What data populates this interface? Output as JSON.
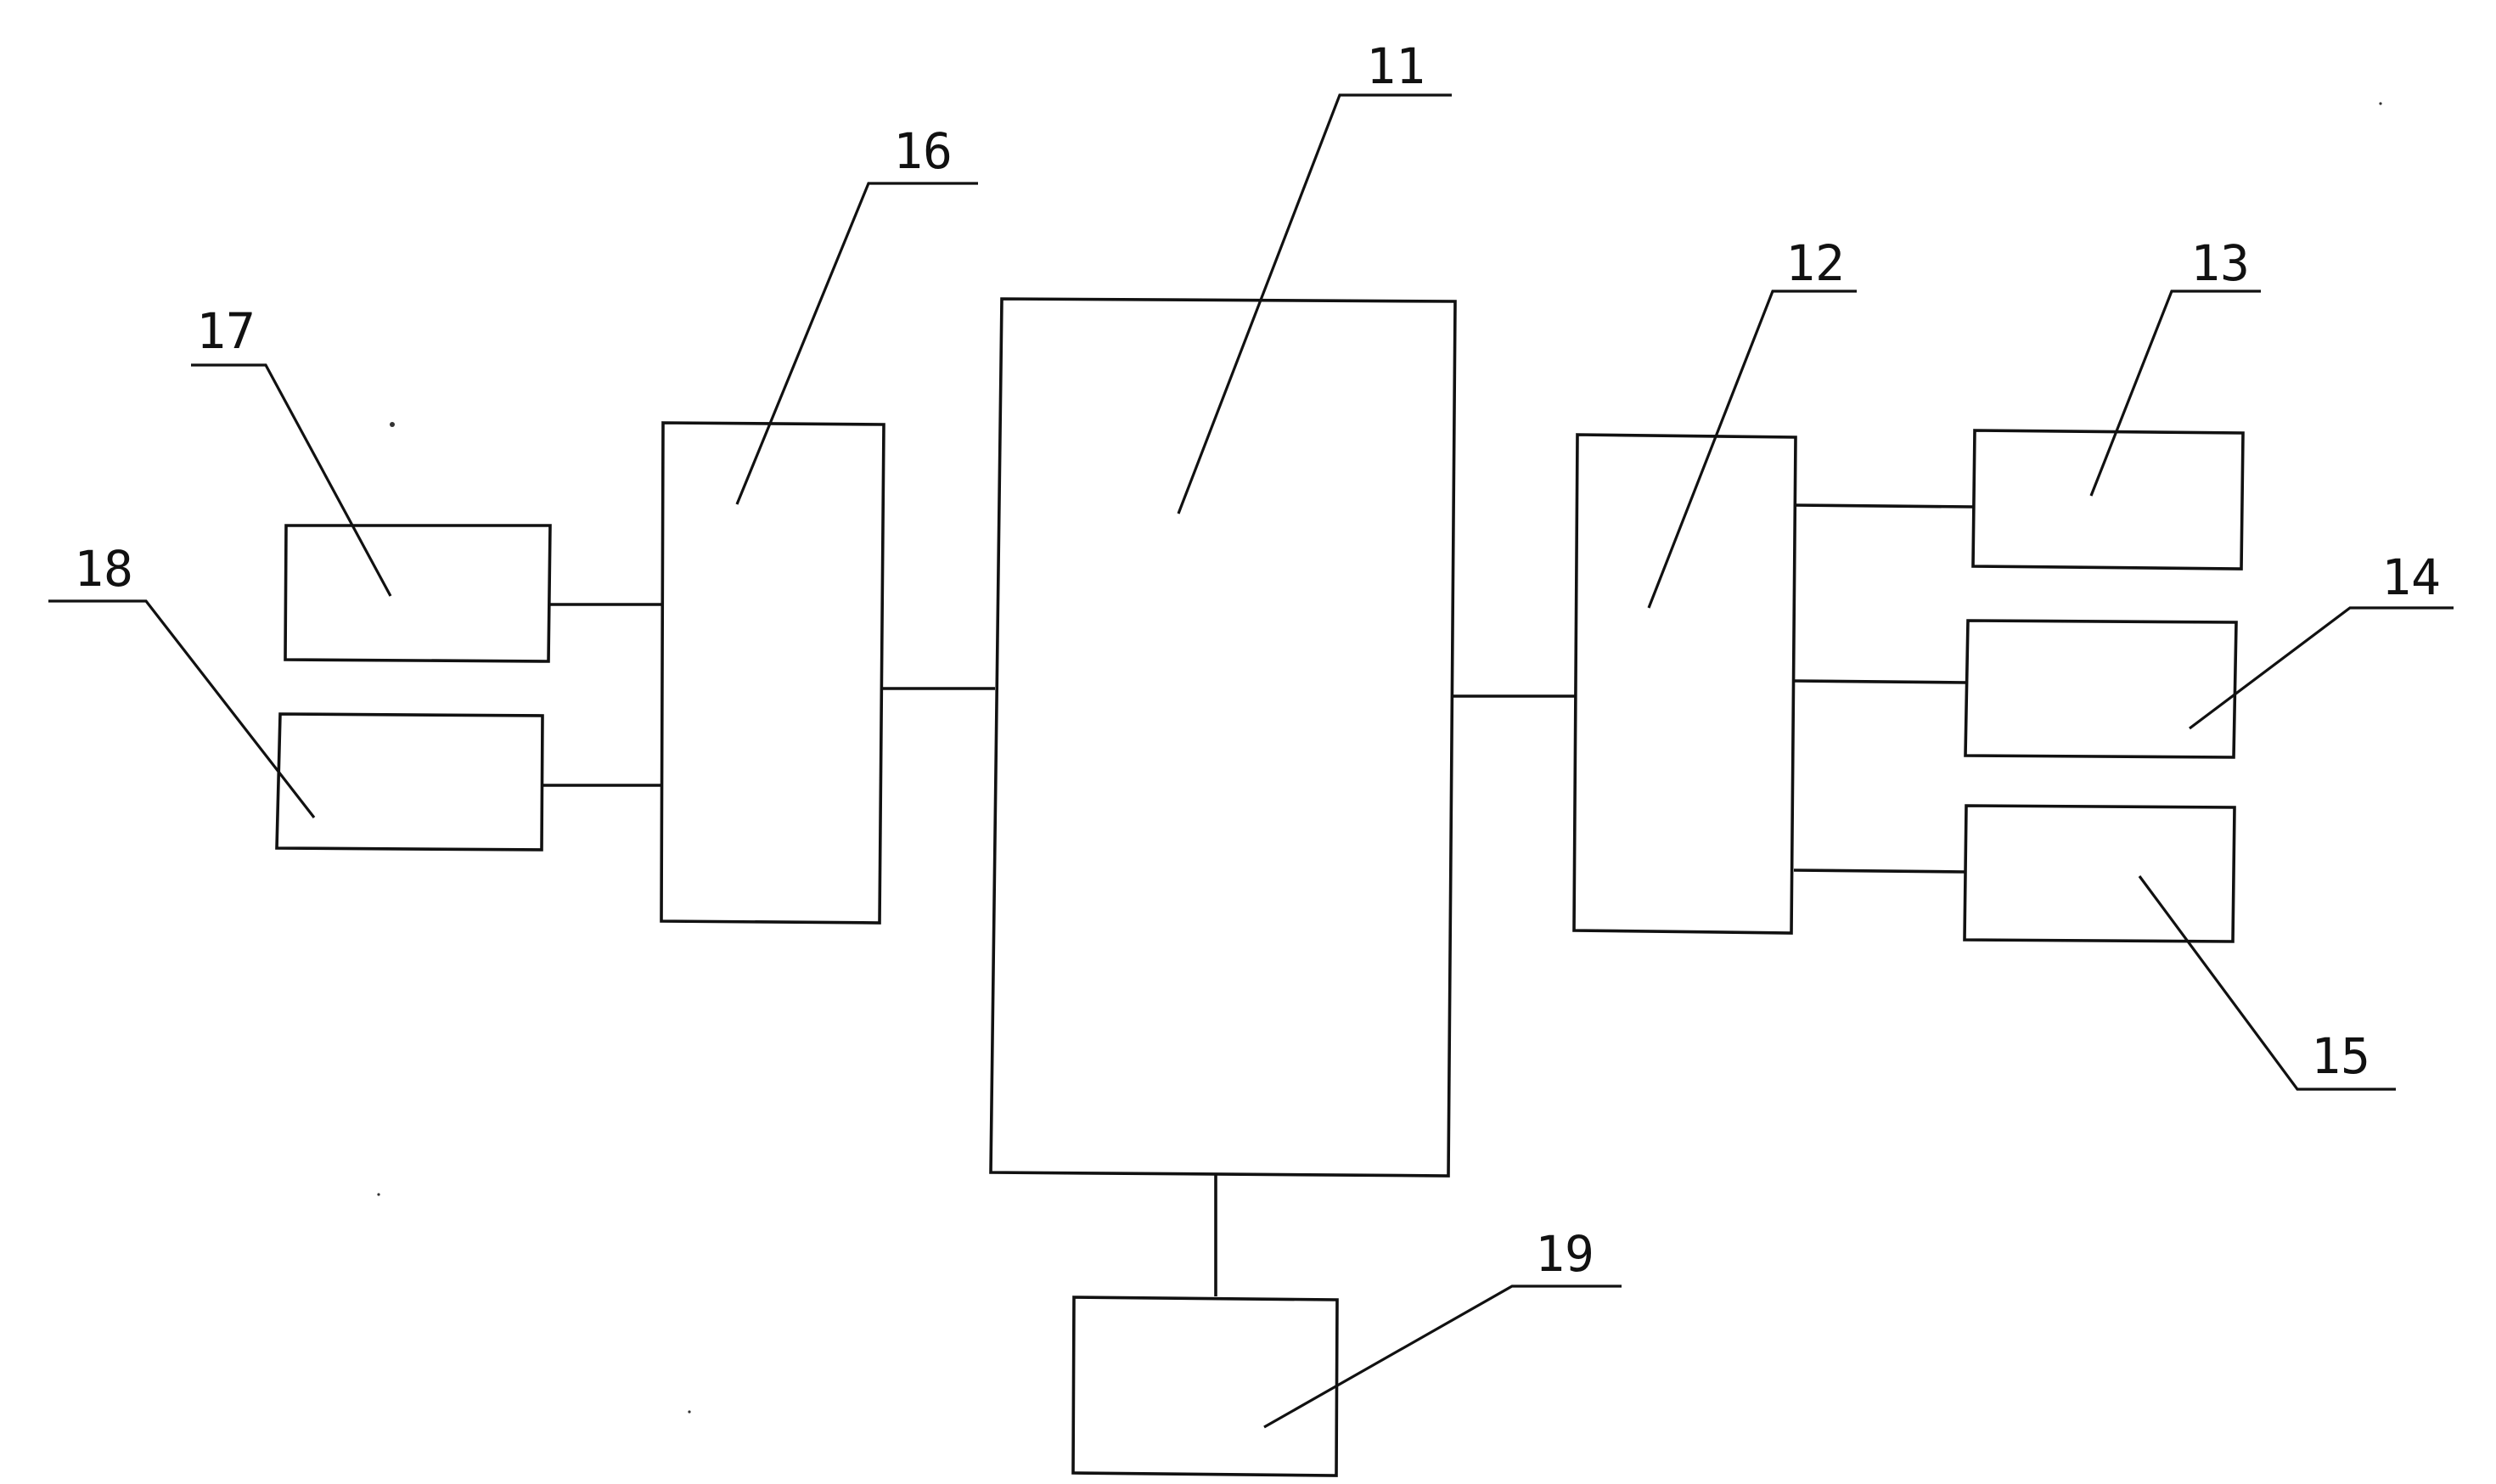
{
  "diagram": {
    "labels": {
      "b11": "11",
      "b12": "12",
      "b13": "13",
      "b14": "14",
      "b15": "15",
      "b16": "16",
      "b17": "17",
      "b18": "18",
      "b19": "19"
    }
  }
}
